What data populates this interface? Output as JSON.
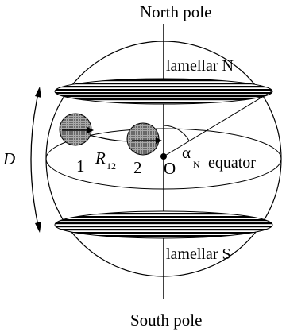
{
  "labels": {
    "north_pole": "North pole",
    "south_pole": "South pole",
    "lamellar_n": "lamellar N",
    "lamellar_s": "lamellar S",
    "equator": "equator",
    "particle_1": "1",
    "particle_2": "2",
    "origin": "O",
    "distance_d": "D",
    "r_symbol": "R",
    "r_subscript": "12",
    "alpha_symbol": "α",
    "alpha_subscript": "N"
  },
  "colors": {
    "line": "#000000",
    "particle_fill": "#8c8c8c",
    "background": "#ffffff"
  }
}
